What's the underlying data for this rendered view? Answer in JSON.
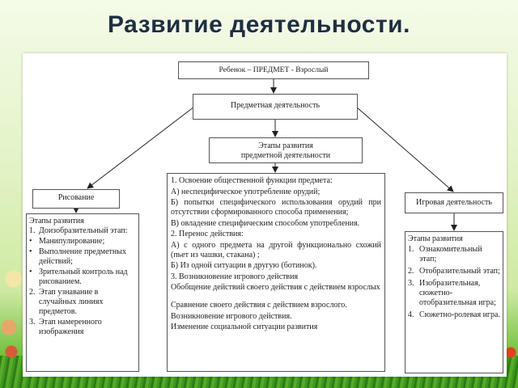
{
  "title": "Развитие деятельности.",
  "colors": {
    "accent": "#1f2f3f",
    "grass": "#3f9a21"
  },
  "diagram": {
    "top_box": "Ребенок – ПРЕДМЕТ - Взрослый",
    "subject_activity": "Предметная деятельность",
    "stages_header": {
      "line1": "Этапы развития",
      "line2": "предметной деятельности"
    },
    "main_content": {
      "items": [
        "1. Освоение общественной функции предмета:",
        "А) неспецифическое употребление орудий;",
        "Б) попытки специфического использования орудий при отсутствии сформированного способа применения;",
        "В) овладение специфическим способом употребления.",
        "2. Перенос действия:",
        "А) с одного предмета на другой функционально схожий (пьет из чашки, стакана) ;",
        "Б) Из одной ситуации в другую (ботинок).",
        "3. Возникновение игрового действия",
        "Обобщение действий своего действия с действием взрослых"
      ],
      "tail": [
        "Сравнение своего действия с действием взрослого.",
        "Возникновение игрового действия.",
        "Изменение социальной ситуации развития"
      ]
    },
    "drawing": {
      "label": "Рисование",
      "stages_title": "Этапы развития",
      "items": [
        {
          "marker": "1.",
          "text": "Доизобразительный этап:"
        },
        {
          "marker": "•",
          "text": "Манипулирование;"
        },
        {
          "marker": "•",
          "text": "Выполнение предметных действий;"
        },
        {
          "marker": "•",
          "text": "Зрительный контроль над рисованием."
        },
        {
          "marker": "2.",
          "text": "Этап узнавание в случайных линиях предметов."
        },
        {
          "marker": "3.",
          "text": "Этап намеренного изображения"
        }
      ]
    },
    "play": {
      "label": "Игровая деятельность",
      "stages_title": "Этапы развития",
      "items": [
        {
          "marker": "1.",
          "text": "Ознакомительный этап;"
        },
        {
          "marker": "2.",
          "text": "Отобразительный этап;"
        },
        {
          "marker": "3.",
          "text": "Изобразительная, сюжетно-отобразительная игра;"
        },
        {
          "marker": "4.",
          "text": "Сюжетно-ролевая игра."
        }
      ]
    }
  }
}
